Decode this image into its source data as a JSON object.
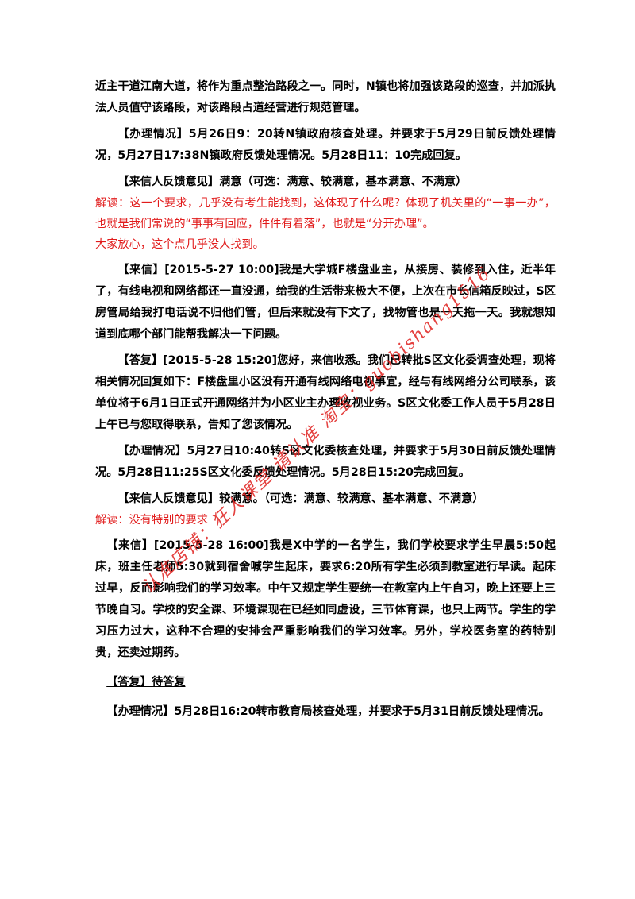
{
  "blocks": [
    {
      "text": "近主干道江南大道，将作为重点整治路段之一。",
      "u_text": "同时，N镇也将加强该路段的巡查，",
      "text2": "并加派执法人员值守该路段，对该路段占道经营进行规范管理。"
    },
    {
      "text": "【办理情况】5月26日9：20转N镇政府核查处理。并要求于5月29日前反馈处理情况，5月27日17:38N镇政府反馈处理情况。5月28日11：10完成回复。"
    },
    {
      "text": "【来信人反馈意见】满意（可选：满意、较满意，基本满意、不满意）"
    },
    {
      "text": "解读：这一个要求，几乎没有考生能找到，这体现了什么呢？体现了机关里的“一事一办”，也就是我们常说的“事事有回应，件件有着落”，也就是“分开办理”。"
    },
    {
      "text": "大家放心，这个点几乎没人找到。"
    },
    {
      "text": "【来信】[2015-5-27 10:00]我是大学城F楼盘业主，从接房、装修到入住，近半年了，有线电视和网络都还一直没通，给我的生活带来极大不便，上次在市长信箱反映过，S区房管局给我打电话说不归他们管，但后来就没有下文了，找物管也是一天拖一天。我就想知道到底哪个部门能帮我解决一下问题。"
    },
    {
      "text": "【答复】[2015-5-28 15:20]您好，来信收悉。我们已转批S区文化委调查处理，现将相关情况回复如下：F楼盘里小区没有开通有线网络电视事宜，经与有线网络分公司联系，该单位将于6月1日正式开通网络并为小区业主办理收视业务。S区文化委工作人员于5月28日上午已与您取得联系，告知了您该情况。"
    },
    {
      "text": "【办理情况】5月27日10:40转S区文化委核查处理，并要求于5月30日前反馈处理情况。5月28日11:25S区文化委反馈处理情况。5月28日15:20完成回复。"
    },
    {
      "text": "【来信人反馈意见】较满意。（可选：满意、较满意、基本满意、不满意）"
    },
    {
      "text": "解读：没有特别的要求"
    },
    {
      "text": "【来信】[2015-5-28 16:00]我是X中学的一名学生，我们学校要求学生早晨5:50起床，班主任老师5:30就到宿舍喊学生起床，要求6:20所有学生必须到教室进行早读。起床过早，反而影响我们的学习效率。中午又规定学生要统一在教室内上午自习，晚上还要上三节晚自习。学校的安全课、环境课现在已经如同虚设，三节体育课，也只上两节。学生的学习压力过大，这种不合理的安排会严重影响我们的学习效率。另外，学校医务室的药特别贵，还卖过期药。"
    },
    {
      "text": "【答复】待答复"
    },
    {
      "text": "【办理情况】5月28日16:20转市教育局核查处理，并要求于5月31日前反馈处理情况。"
    }
  ],
  "watermark": "认准店铺：狂人课堂 请认准 淘宝：guobishang1516"
}
